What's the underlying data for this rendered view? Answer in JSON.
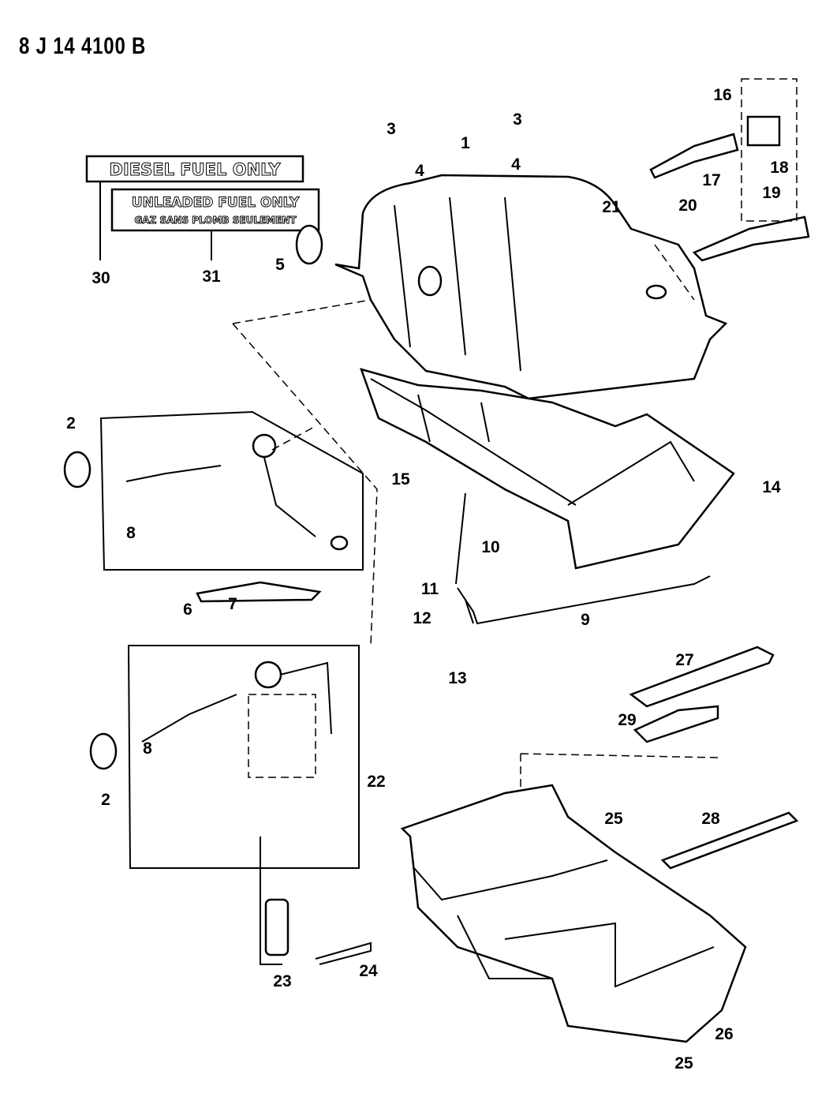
{
  "diagram_code": "8 J 14 4100 B",
  "decals": {
    "diesel": "DIESEL FUEL ONLY",
    "unleaded_line1": "UNLEADED FUEL ONLY",
    "unleaded_line2": "GAZ SANS PLOMB SEULEMENT"
  },
  "callouts": [
    "1",
    "2",
    "2",
    "3",
    "3",
    "4",
    "4",
    "5",
    "6",
    "7",
    "8",
    "8",
    "9",
    "10",
    "11",
    "12",
    "13",
    "14",
    "15",
    "16",
    "17",
    "18",
    "19",
    "20",
    "21",
    "22",
    "23",
    "24",
    "25",
    "25",
    "26",
    "27",
    "28",
    "29",
    "30",
    "31"
  ]
}
